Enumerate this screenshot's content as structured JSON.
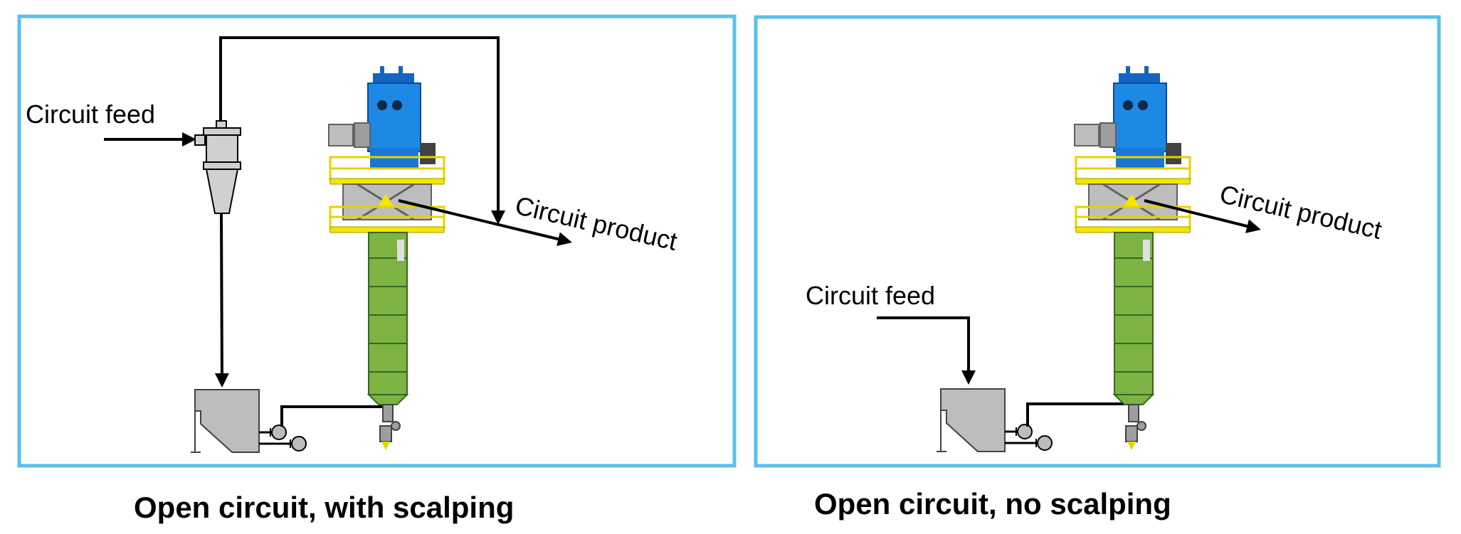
{
  "panels": [
    {
      "label_feed": "Circuit feed",
      "label_product": "Circuit product",
      "caption": "Open circuit, with scalping"
    },
    {
      "label_feed": "Circuit feed",
      "label_product": "Circuit product",
      "caption": "Open circuit, no scalping"
    }
  ],
  "colors": {
    "frame": "#5bc0eb",
    "mill_motor": "#1e88e5",
    "mill_body": "#7cb342",
    "platform": "#f5e600",
    "steel": "#9e9e9e",
    "tank": "#bdbdbd"
  }
}
